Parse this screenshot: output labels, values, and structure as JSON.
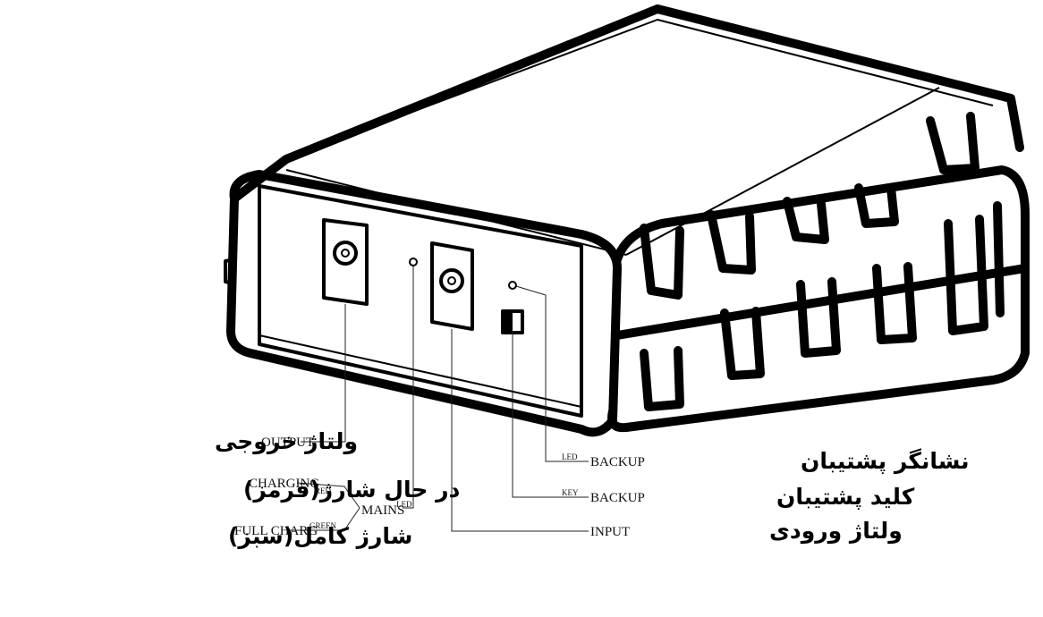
{
  "labels": {
    "output": "OUTPUT",
    "charging": "CHARGING",
    "red": "RED",
    "mains": "MAINS",
    "led": "LED",
    "full_charg": "FULL CHARG",
    "green": "GREEN",
    "input": "INPUT",
    "key": "KEY",
    "backup_key": "BACKUP",
    "led_backup": "LED",
    "backup_led": "BACKUP"
  },
  "persian": {
    "output_voltage": "ولتاژ خروجی",
    "charging_red": "در حال شارژ(قرمز)",
    "full_green": "شارژ کامل(سبز)",
    "backup_indicator": "نشانگر پشتیبان",
    "backup_key": "کلید پشتیبان",
    "input_voltage": "ولتاژ ورودی"
  }
}
